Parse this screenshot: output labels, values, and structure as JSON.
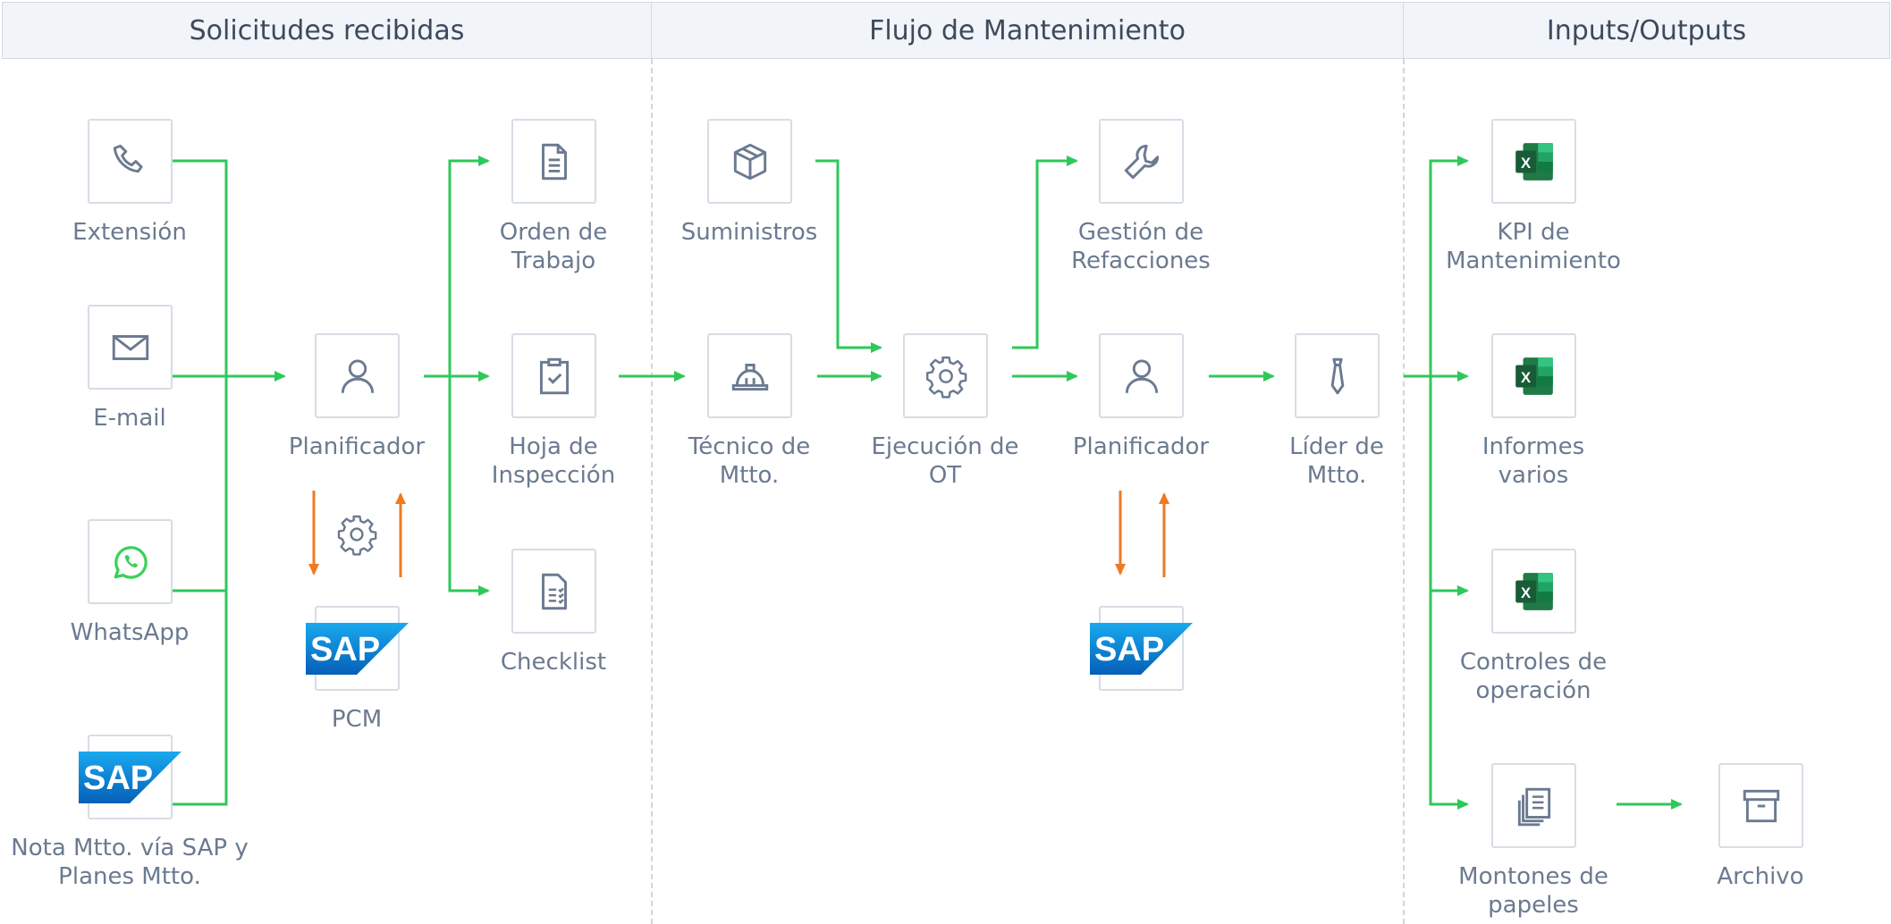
{
  "headers": {
    "left": "Solicitudes recibidas",
    "middle": "Flujo de Mantenimiento",
    "right": "Inputs/Outputs"
  },
  "nodes": {
    "extension": "Extensión",
    "email": "E-mail",
    "whatsapp": "WhatsApp",
    "nota_sap": "Nota Mtto. vía SAP y\nPlanes Mtto.",
    "planificador_1": "Planificador",
    "pcm": "PCM",
    "orden_trabajo": "Orden de\nTrabajo",
    "hoja_inspeccion": "Hoja de\nInspección",
    "checklist": "Checklist",
    "suministros": "Suministros",
    "tecnico": "Técnico de\nMtto.",
    "ejecucion": "Ejecución de\nOT",
    "gestion_refacciones": "Gestión de\nRefacciones",
    "planificador_2": "Planificador",
    "lider": "Líder de\nMtto.",
    "kpi": "KPI de\nMantenimiento",
    "informes": "Informes\nvarios",
    "controles": "Controles de\noperación",
    "montones": "Montones de\npapeles",
    "archivo": "Archivo"
  },
  "logos": {
    "sap": "SAP",
    "excel": "X"
  },
  "colors": {
    "flow_green": "#2ec85a",
    "sync_orange": "#f07a20",
    "sap_blue": "#0a7fd8",
    "excel_green": "#1f7a45",
    "whatsapp_green": "#3ad15b"
  }
}
